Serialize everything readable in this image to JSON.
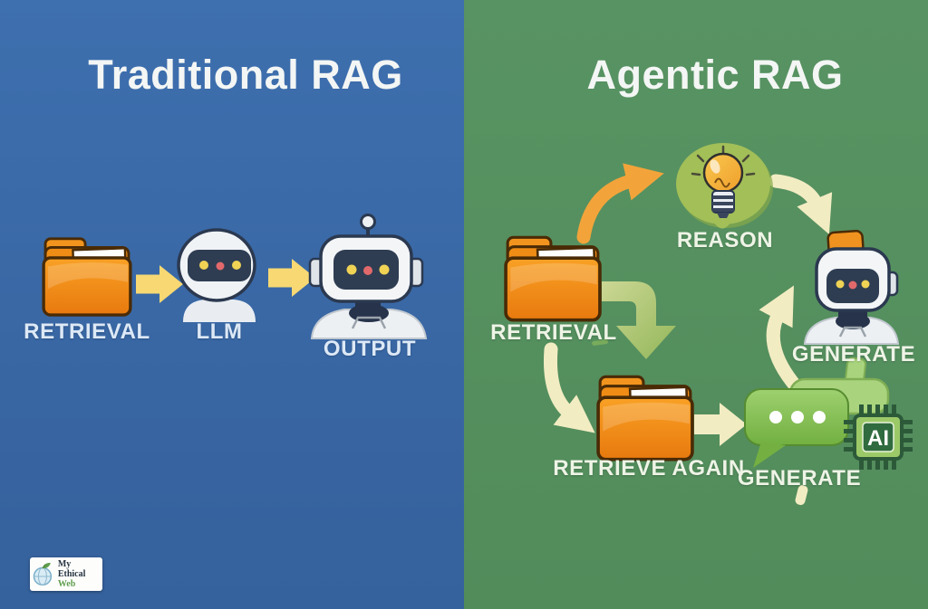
{
  "palette": {
    "left_bg_top": "#3e6fae",
    "left_bg": "#35619c",
    "right_bg_top": "#589363",
    "right_bg": "#528c5b",
    "title_color": "#f3f6f4",
    "label_blue": "#dde9f6",
    "label_green": "#eef4e6",
    "folder_orange": "#f0891a",
    "folder_outline": "#4a2b06",
    "arrow_yellow": "#f7d873",
    "arrow_orange": "#f2a43a",
    "arrow_cream": "#f2ecc2",
    "arrow_green": "#a9c472",
    "reason_blob_green": "#a2bf58",
    "bulb_orange": "#f6b53d",
    "robot_white": "#f2f4f6",
    "robot_outline": "#2b3950",
    "visor_navy": "#2e3d52",
    "dot_yellow": "#f0d355",
    "dot_red": "#e2696b",
    "bubble_green": "#84c052",
    "bubble_green_light": "#a9d47d",
    "chip_dark": "#2c5a39",
    "chip_mid": "#9cc968"
  },
  "left_panel": {
    "title": "Traditional RAG",
    "nodes": [
      {
        "id": "retrieval",
        "label": "RETRIEVAL",
        "icon": "folder"
      },
      {
        "id": "llm",
        "label": "LLM",
        "icon": "robot-head"
      },
      {
        "id": "output",
        "label": "OUTPUT",
        "icon": "robot"
      }
    ]
  },
  "right_panel": {
    "title": "Agentic RAG",
    "chip_text": "AI",
    "nodes": [
      {
        "id": "retrieval",
        "label": "RETRIEVAL",
        "icon": "folder"
      },
      {
        "id": "reason",
        "label": "REASON",
        "icon": "lightbulb"
      },
      {
        "id": "generate_robot",
        "label": "GENERATE",
        "icon": "robot"
      },
      {
        "id": "retrieve_again",
        "label": "RETRIEVE AGAIN",
        "icon": "folder"
      },
      {
        "id": "generate_chat",
        "label": "GENERATE",
        "icon": "chat-bubbles-ai-chip"
      }
    ]
  },
  "flow": {
    "left_sequence": [
      "RETRIEVAL",
      "LLM",
      "OUTPUT"
    ],
    "right_edges": [
      "RETRIEVAL -> REASON",
      "REASON -> GENERATE (robot)",
      "RETRIEVAL -> RETRIEVE AGAIN (branch down)",
      "RETRIEVAL -> RETRIEVE AGAIN (curved)",
      "RETRIEVE AGAIN -> GENERATE (chat)",
      "GENERATE (chat) -> GENERATE (robot)"
    ]
  },
  "logo": {
    "line1": "My Ethical",
    "line2": "Web"
  }
}
